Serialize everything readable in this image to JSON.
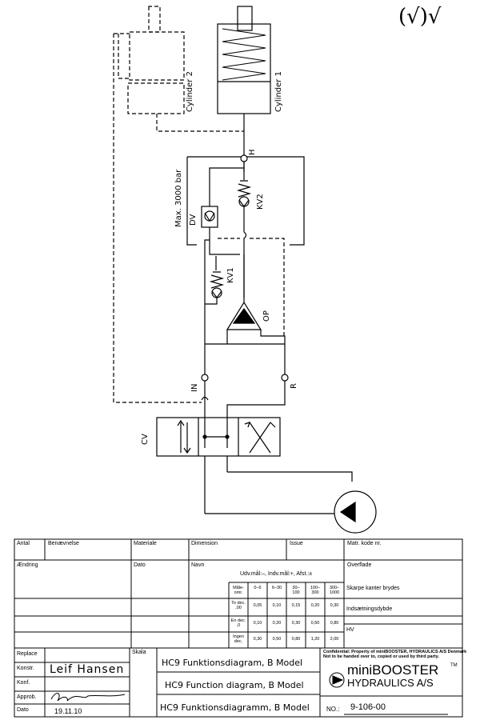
{
  "diagram": {
    "corner_mark": "(√)√",
    "labels": {
      "cylinder2": "Cylinder 2",
      "cylinder1": "Cylinder 1",
      "port_h": "H",
      "max_pressure": "Max. 3000 bar",
      "dv": "DV",
      "kv2": "KV2",
      "kv1": "KV1",
      "op": "OP",
      "port_in": "IN",
      "port_r": "R",
      "cv": "CV"
    }
  },
  "title_block": {
    "row1": {
      "antal": "Antal",
      "benaevnelse": "Benævnelse",
      "materiale": "Materiale",
      "dimension": "Dimension",
      "issue": "Issue",
      "matr": "Matr. kode nr."
    },
    "row2": {
      "aendring": "Ændring",
      "dato": "Dato",
      "navn": "Navn",
      "udv": "Udv.mål:–, Indv.mål:+, Afst.:±",
      "overflade": "Overflade"
    },
    "tolerance": {
      "headers": [
        "Måle-\nomr.",
        "0–6",
        "6–30",
        "30–\n100",
        "100–\n300",
        "300–\n1000"
      ],
      "rows": [
        {
          "label": "To dec.\n,00",
          "values": [
            "0,05",
            "0,10",
            "0,15",
            "0,20",
            "0,30"
          ]
        },
        {
          "label": "En dec.\n,0",
          "values": [
            "0,10",
            "0,20",
            "0,30",
            "0,50",
            "0,80"
          ]
        },
        {
          "label": "Ingen\ndec.",
          "values": [
            "0,30",
            "0,50",
            "0,80",
            "1,20",
            "2,00"
          ]
        }
      ]
    },
    "right_notes": {
      "skarpe": "Skarpe kanter brydes",
      "indsaet": "Indsætningsdybde",
      "hv": "HV"
    },
    "bottom": {
      "replace": "Replace",
      "konstr": "Konstr.",
      "konstr_name": "Leif Hansen",
      "konf": "Konf.",
      "approb": "Approb.",
      "dato": "Dato",
      "date_value": "19.11.10",
      "skala": "Skala",
      "title_da": "HC9 Funktionsdiagram, B Model",
      "title_en": "HC9 Function diagram, B Model",
      "title_de": "HC9 Funktionsdiagramm, B Model",
      "confidential": "Confidential: Property of miniBOOSTER, HYDRAULICS A/S Denmark\nNot to be handed over to, copied or used by third party.",
      "brand1": "miniBOOSTER",
      "tm": "TM",
      "brand2": "HYDRAULICS A/S",
      "no_label": "NO.:",
      "no_value": "9-106-00"
    }
  }
}
